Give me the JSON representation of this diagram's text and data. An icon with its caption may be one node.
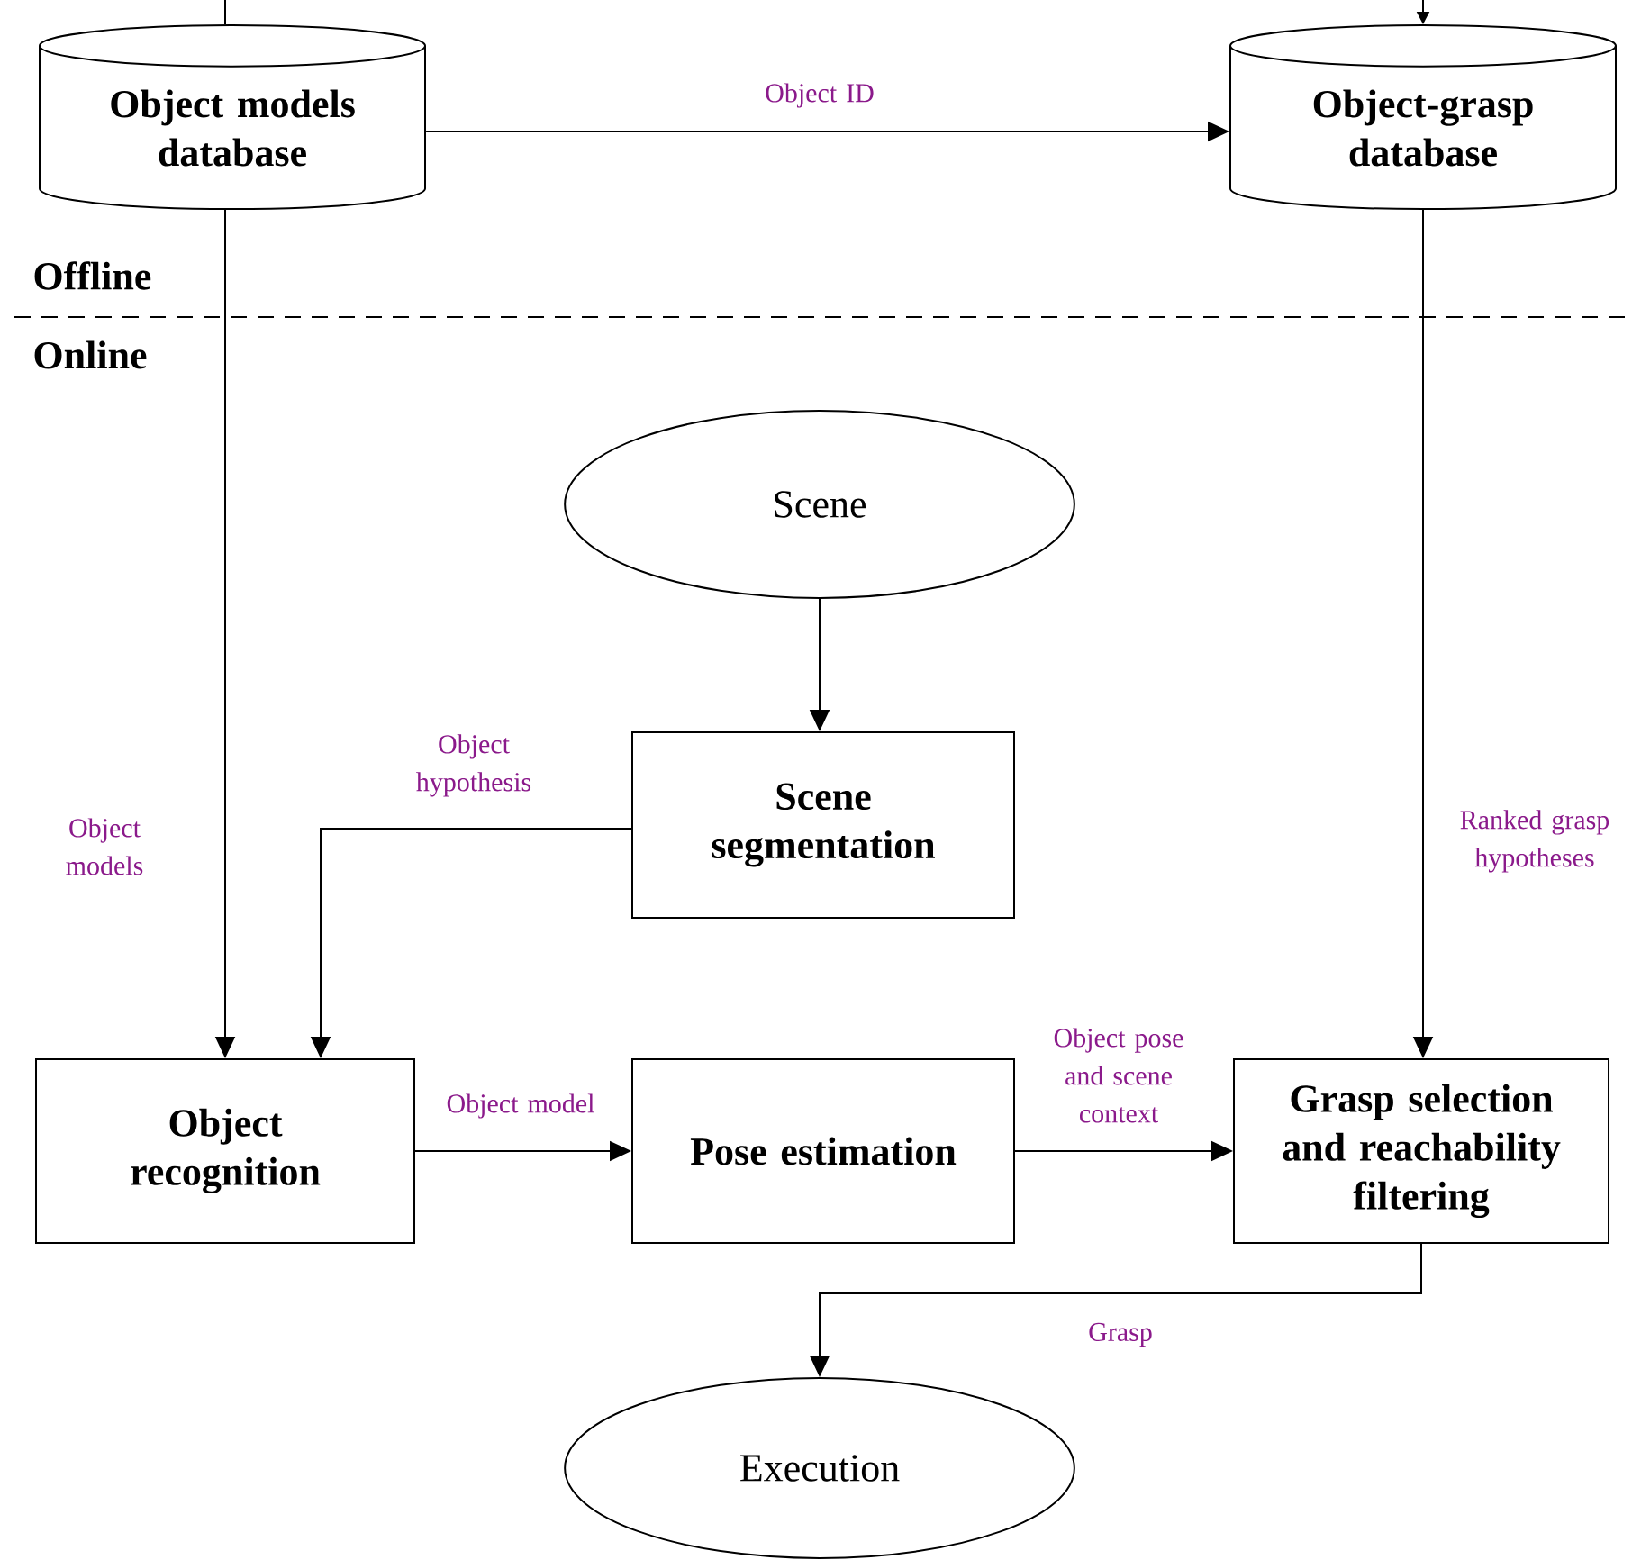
{
  "diagram": {
    "nodes": [
      {
        "text": [
          "Object models database"
        ]
      },
      {
        "text": [
          "Object-grasp database"
        ]
      },
      {
        "text": [
          "Scene"
        ]
      },
      {
        "text": [
          "Scene segmentation"
        ]
      },
      {
        "text": [
          "Object recognition"
        ]
      },
      {
        "text": [
          "Pose estimation"
        ]
      },
      {
        "text": [
          "Grasp selection and reachability filtering"
        ]
      },
      {
        "text": [
          "Execution"
        ]
      }
    ],
    "edges": [
      {
        "from": 0,
        "to": 1,
        "arrow": "to",
        "label": "Object ID"
      },
      {
        "from": 0,
        "to": 4,
        "arrow": "to",
        "label": "Object models"
      },
      {
        "from": 1,
        "to": 6,
        "arrow": "to",
        "label": "Ranked grasp hypotheses"
      },
      {
        "from": 2,
        "to": 3,
        "arrow": "to"
      },
      {
        "from": 3,
        "to": 4,
        "arrow": "to",
        "label": "Object hypothesis"
      },
      {
        "from": 4,
        "to": 5,
        "arrow": "to",
        "label": "Object model"
      },
      {
        "from": 5,
        "to": 6,
        "arrow": "to",
        "label": "Object pose and scene context"
      },
      {
        "from": 6,
        "to": 7,
        "arrow": "to",
        "label": "Grasp"
      },
      {
        "from": null,
        "to": 0,
        "arrow": "none"
      },
      {
        "from": null,
        "to": 1,
        "arrow": "to"
      }
    ],
    "labels": [
      "Offline",
      "Online"
    ]
  }
}
